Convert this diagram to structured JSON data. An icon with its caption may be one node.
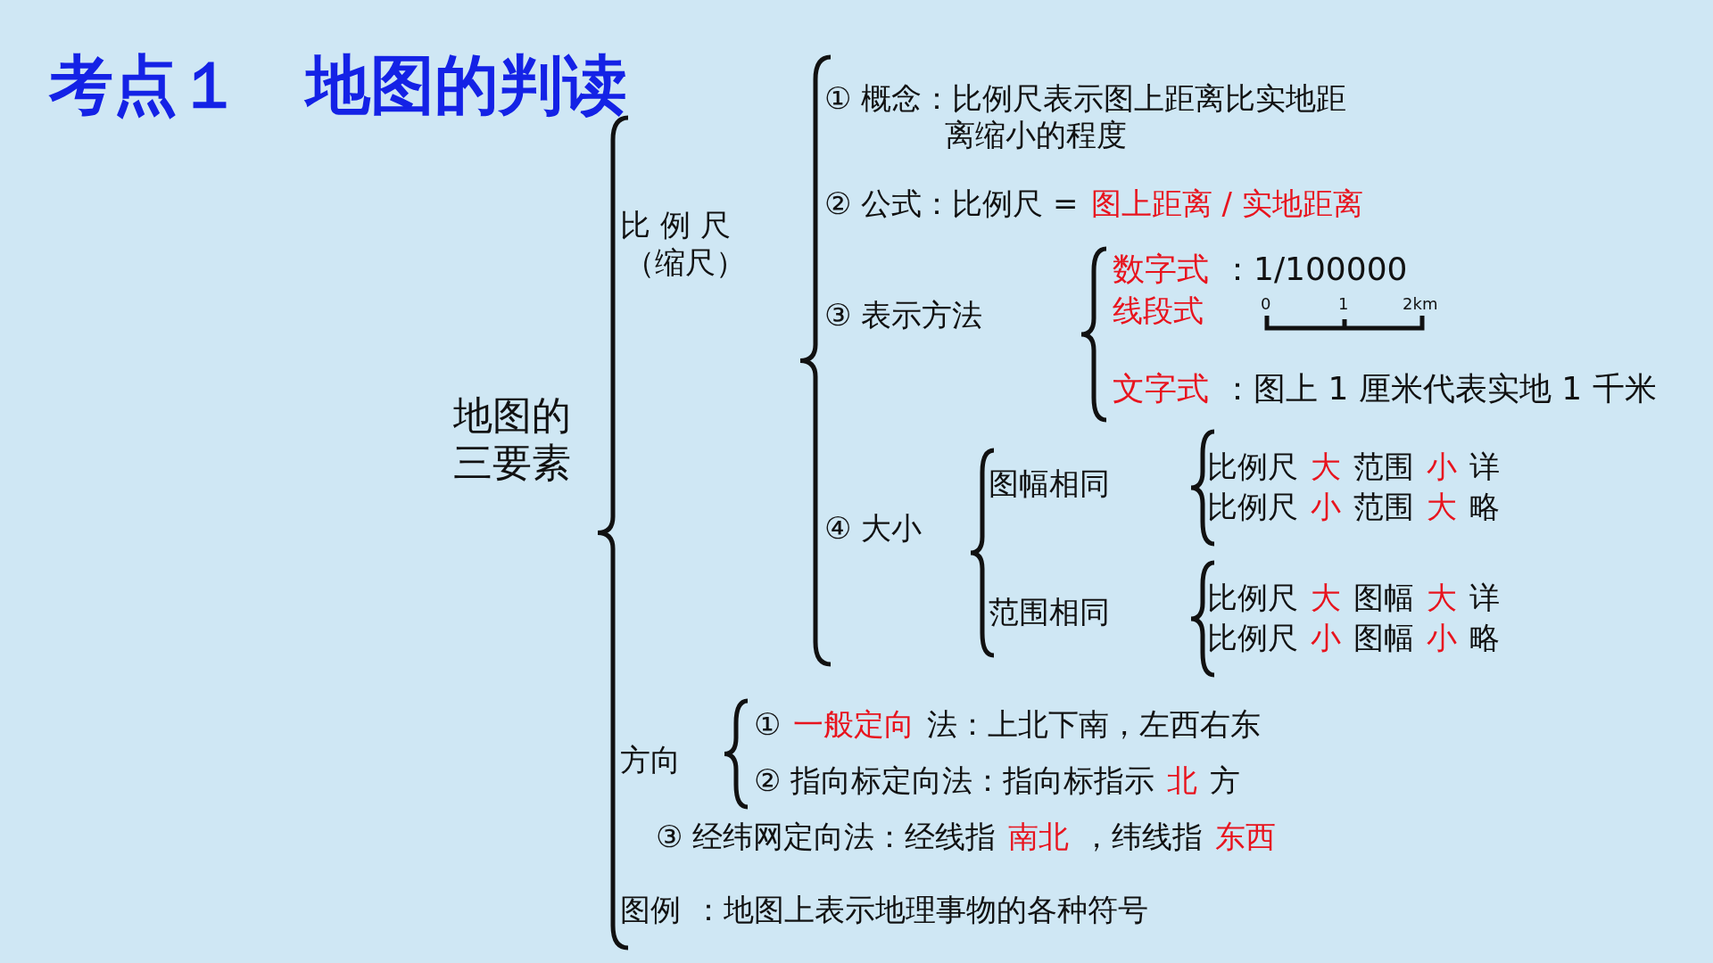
{
  "diagram": {
    "title": "考点１　地图的判读",
    "labels": [
      "地图的三要素",
      "比 例 尺",
      "（缩尺）",
      "① 概念：比例尺表示图上距离比实地距离缩小的程度",
      "② 公式：比例尺 =",
      "图上距离 / 实地距离",
      "③ 表示方法",
      "数字式",
      "：1/100000",
      "线段式",
      "0",
      "1",
      "2km",
      "文字式",
      "：图上 1 厘米代表实地 1 千米",
      "④ 大小",
      "图幅相同",
      "比例尺",
      "大",
      "范围",
      "小",
      "详",
      "比例尺",
      "小",
      "范围",
      "大",
      "略",
      "范围相同",
      "比例尺",
      "大",
      "图幅",
      "大",
      "详",
      "比例尺",
      "小",
      "图幅",
      "小",
      "略",
      "方向",
      "①",
      "一般定向",
      "法：上北下南，左西右东",
      "② 指向标定向法：指向标指示",
      "北",
      "方",
      "③ 经纬网定向法：经线指",
      "南北",
      "，纬线指",
      "东西",
      "图例",
      "：地图上表示地理事物的各种符号"
    ]
  }
}
